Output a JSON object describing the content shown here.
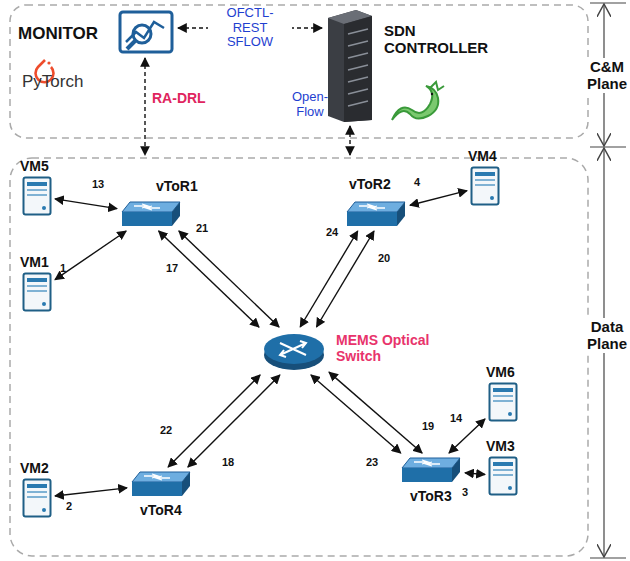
{
  "diagram": {
    "nodes": [
      {
        "text": [
          "MONITOR",
          "PyTorch"
        ]
      },
      {
        "text": [
          "SDN CONTROLLER"
        ]
      },
      {
        "text": [
          "VM5"
        ]
      },
      {
        "text": [
          "vToR1"
        ]
      },
      {
        "text": [
          "vToR2"
        ]
      },
      {
        "text": [
          "VM4"
        ]
      },
      {
        "text": [
          "VM1"
        ]
      },
      {
        "text": [
          "MEMS Optical Switch"
        ]
      },
      {
        "text": [
          "VM6"
        ]
      },
      {
        "text": [
          "VM3"
        ]
      },
      {
        "text": [
          "vToR3"
        ]
      },
      {
        "text": [
          "VM2"
        ]
      },
      {
        "text": [
          "vToR4"
        ]
      }
    ],
    "edges": [
      {
        "from": 0,
        "to": 1,
        "arrow": "both",
        "label": "OFCTL-REST SFLOW"
      },
      {
        "from": 2,
        "to": 3,
        "arrow": "both"
      },
      {
        "from": 6,
        "to": 3,
        "arrow": "both"
      },
      {
        "from": 3,
        "to": 7,
        "arrow": "both"
      },
      {
        "from": 3,
        "to": 7,
        "arrow": "both"
      },
      {
        "from": 4,
        "to": 5,
        "arrow": "both"
      },
      {
        "from": 4,
        "to": 7,
        "arrow": "both"
      },
      {
        "from": 4,
        "to": 7,
        "arrow": "both"
      },
      {
        "from": 10,
        "to": 8,
        "arrow": "both"
      },
      {
        "from": 10,
        "to": 9,
        "arrow": "both"
      },
      {
        "from": 10,
        "to": 7,
        "arrow": "both"
      },
      {
        "from": 10,
        "to": 7,
        "arrow": "both"
      },
      {
        "from": 12,
        "to": 11,
        "arrow": "both"
      },
      {
        "from": 12,
        "to": 7,
        "arrow": "both"
      },
      {
        "from": 12,
        "to": 7,
        "arrow": "both"
      }
    ],
    "labels": [
      "C&M Plane",
      "Data Plane",
      "RA-DRL",
      "Open-Flow",
      "13",
      "1",
      "21",
      "17",
      "24",
      "4",
      "20",
      "22",
      "18",
      "19",
      "14",
      "23",
      "3",
      "2"
    ]
  }
}
